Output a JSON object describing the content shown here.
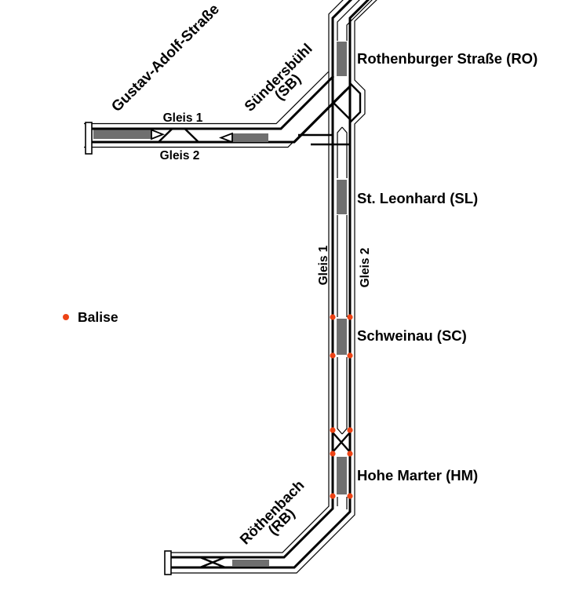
{
  "colors": {
    "background": "#ffffff",
    "track": "#000000",
    "platform_gray": "#6f6f6f",
    "balise_orange": "#ed4315"
  },
  "legend": {
    "balise_label": "Balise"
  },
  "stations": [
    {
      "id": "ro",
      "name": "Rothenburger Straße (RO)"
    },
    {
      "id": "sl",
      "name": "St. Leonhard (SL)"
    },
    {
      "id": "sc",
      "name": "Schweinau (SC)"
    },
    {
      "id": "hm",
      "name": "Hohe Marter (HM)"
    }
  ],
  "terminus_labels": {
    "gustav_adolf": "Gustav-Adolf-Straße",
    "suendersbuehl_line1": "Sündersbühl",
    "suendersbuehl_line2": "(SB)",
    "roethenbach_line1": "Röthenbach",
    "roethenbach_line2": "(RB)"
  },
  "track_labels": {
    "ga_gleis1": "Gleis 1",
    "ga_gleis2": "Gleis 2",
    "main_gleis1": "Gleis 1",
    "main_gleis2": "Gleis 2"
  },
  "balises": {
    "radius": 3.6,
    "positions": [
      [
        424,
        404
      ],
      [
        446,
        404
      ],
      [
        424,
        453
      ],
      [
        446,
        453
      ],
      [
        424,
        548
      ],
      [
        446,
        548
      ],
      [
        424,
        578
      ],
      [
        446,
        578
      ],
      [
        424,
        632
      ],
      [
        446,
        632
      ]
    ]
  }
}
